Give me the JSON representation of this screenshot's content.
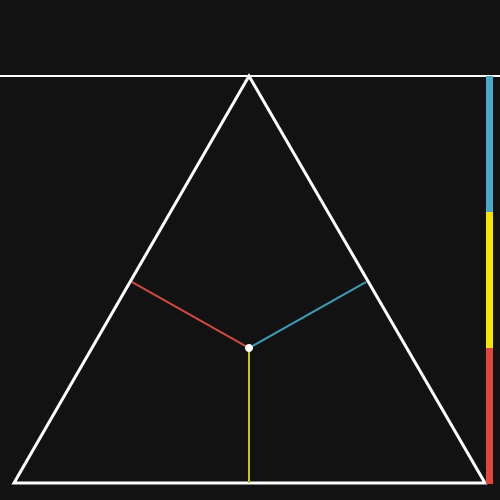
{
  "colors": {
    "background": "#121212",
    "outline": "#ffffff",
    "perp_left": "#d04a3c",
    "perp_right": "#3a9cb8",
    "perp_bottom": "#c8c21a",
    "bar_top": "#4aa8c8",
    "bar_middle": "#f5e600",
    "bar_bottom": "#e0463c"
  },
  "diagram": {
    "shape": "equilateral-triangle",
    "point_distances": {
      "to_left_side": 1.0,
      "to_right_side": 1.0,
      "to_base": 1.0
    },
    "sum_bar_segments": [
      {
        "name": "to_right_side",
        "value": 1.0
      },
      {
        "name": "to_base",
        "value": 1.0
      },
      {
        "name": "to_left_side",
        "value": 1.0
      }
    ],
    "show_top_reference_line": true
  }
}
